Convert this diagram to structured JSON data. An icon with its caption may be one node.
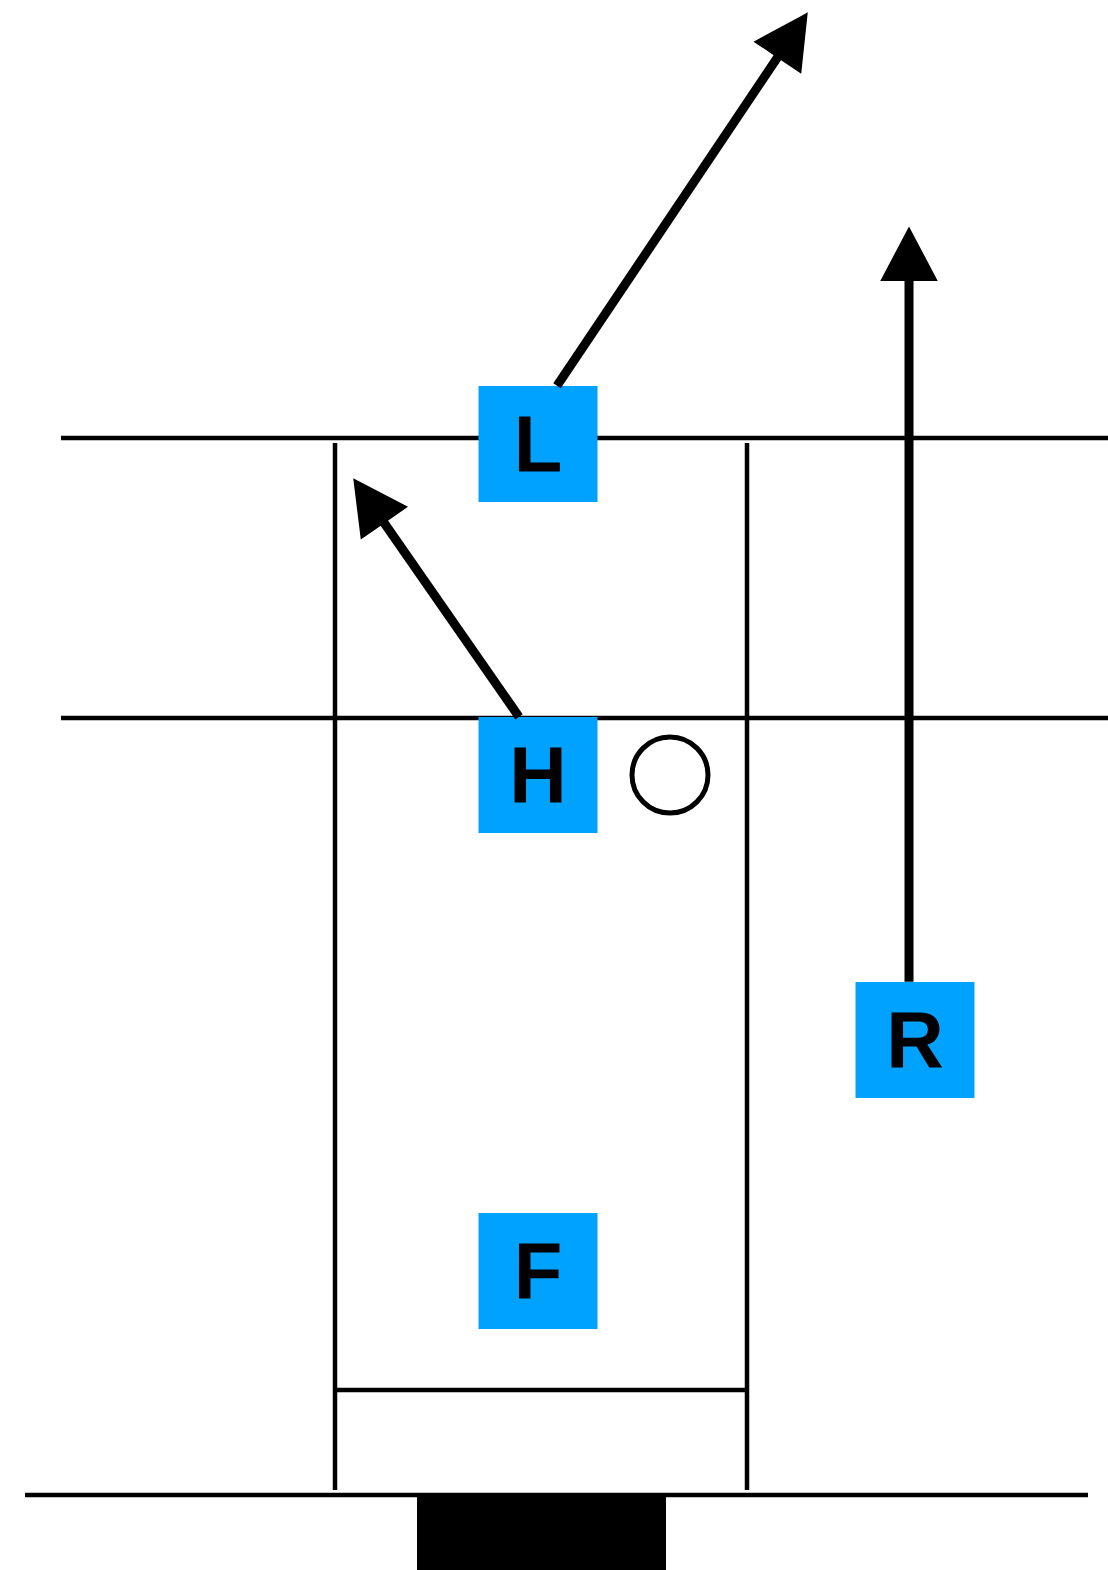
{
  "diagram": {
    "nodes": [
      {
        "text": [
          "L"
        ]
      },
      {
        "text": [
          "H"
        ]
      },
      {
        "text": [],
        "shape": "circle"
      },
      {
        "text": [
          "R"
        ]
      },
      {
        "text": [
          "F"
        ]
      }
    ],
    "edges": [
      {
        "from": 0,
        "to": null,
        "arrow": "to"
      },
      {
        "from": 1,
        "to": null,
        "arrow": "to"
      },
      {
        "from": 3,
        "to": null,
        "arrow": "to"
      }
    ]
  }
}
